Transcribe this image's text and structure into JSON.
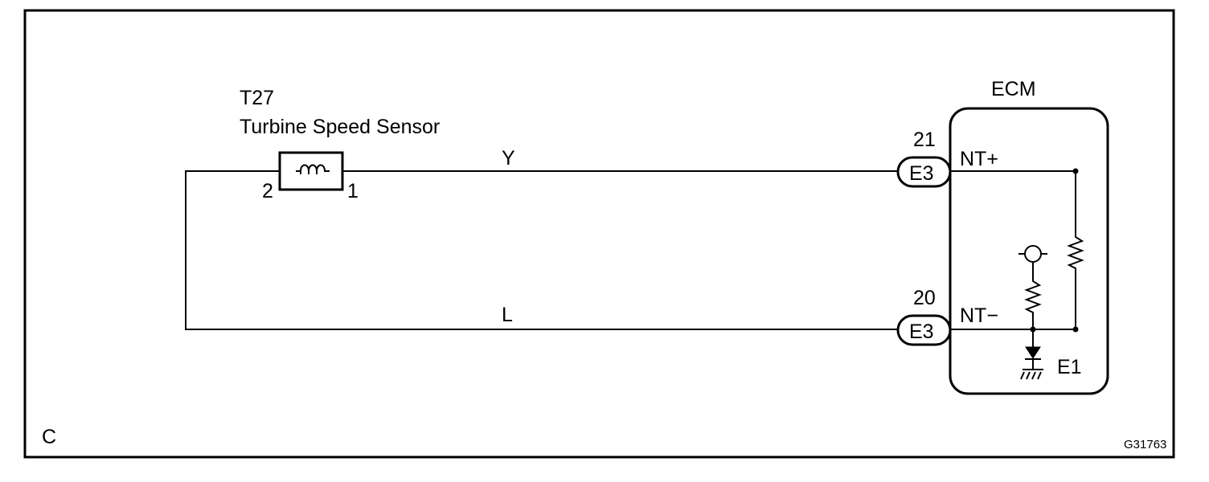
{
  "sensor": {
    "code": "T27",
    "name": "Turbine Speed Sensor",
    "pin_left": "2",
    "pin_right": "1"
  },
  "wires": {
    "top_color": "Y",
    "bottom_color": "L"
  },
  "ecm": {
    "title": "ECM",
    "top_pin_number": "21",
    "top_connector": "E3",
    "top_terminal": "NT+",
    "bottom_pin_number": "20",
    "bottom_connector": "E3",
    "bottom_terminal": "NT−",
    "ground_label": "E1"
  },
  "frame": {
    "corner_label": "C",
    "figure_code": "G31763"
  }
}
